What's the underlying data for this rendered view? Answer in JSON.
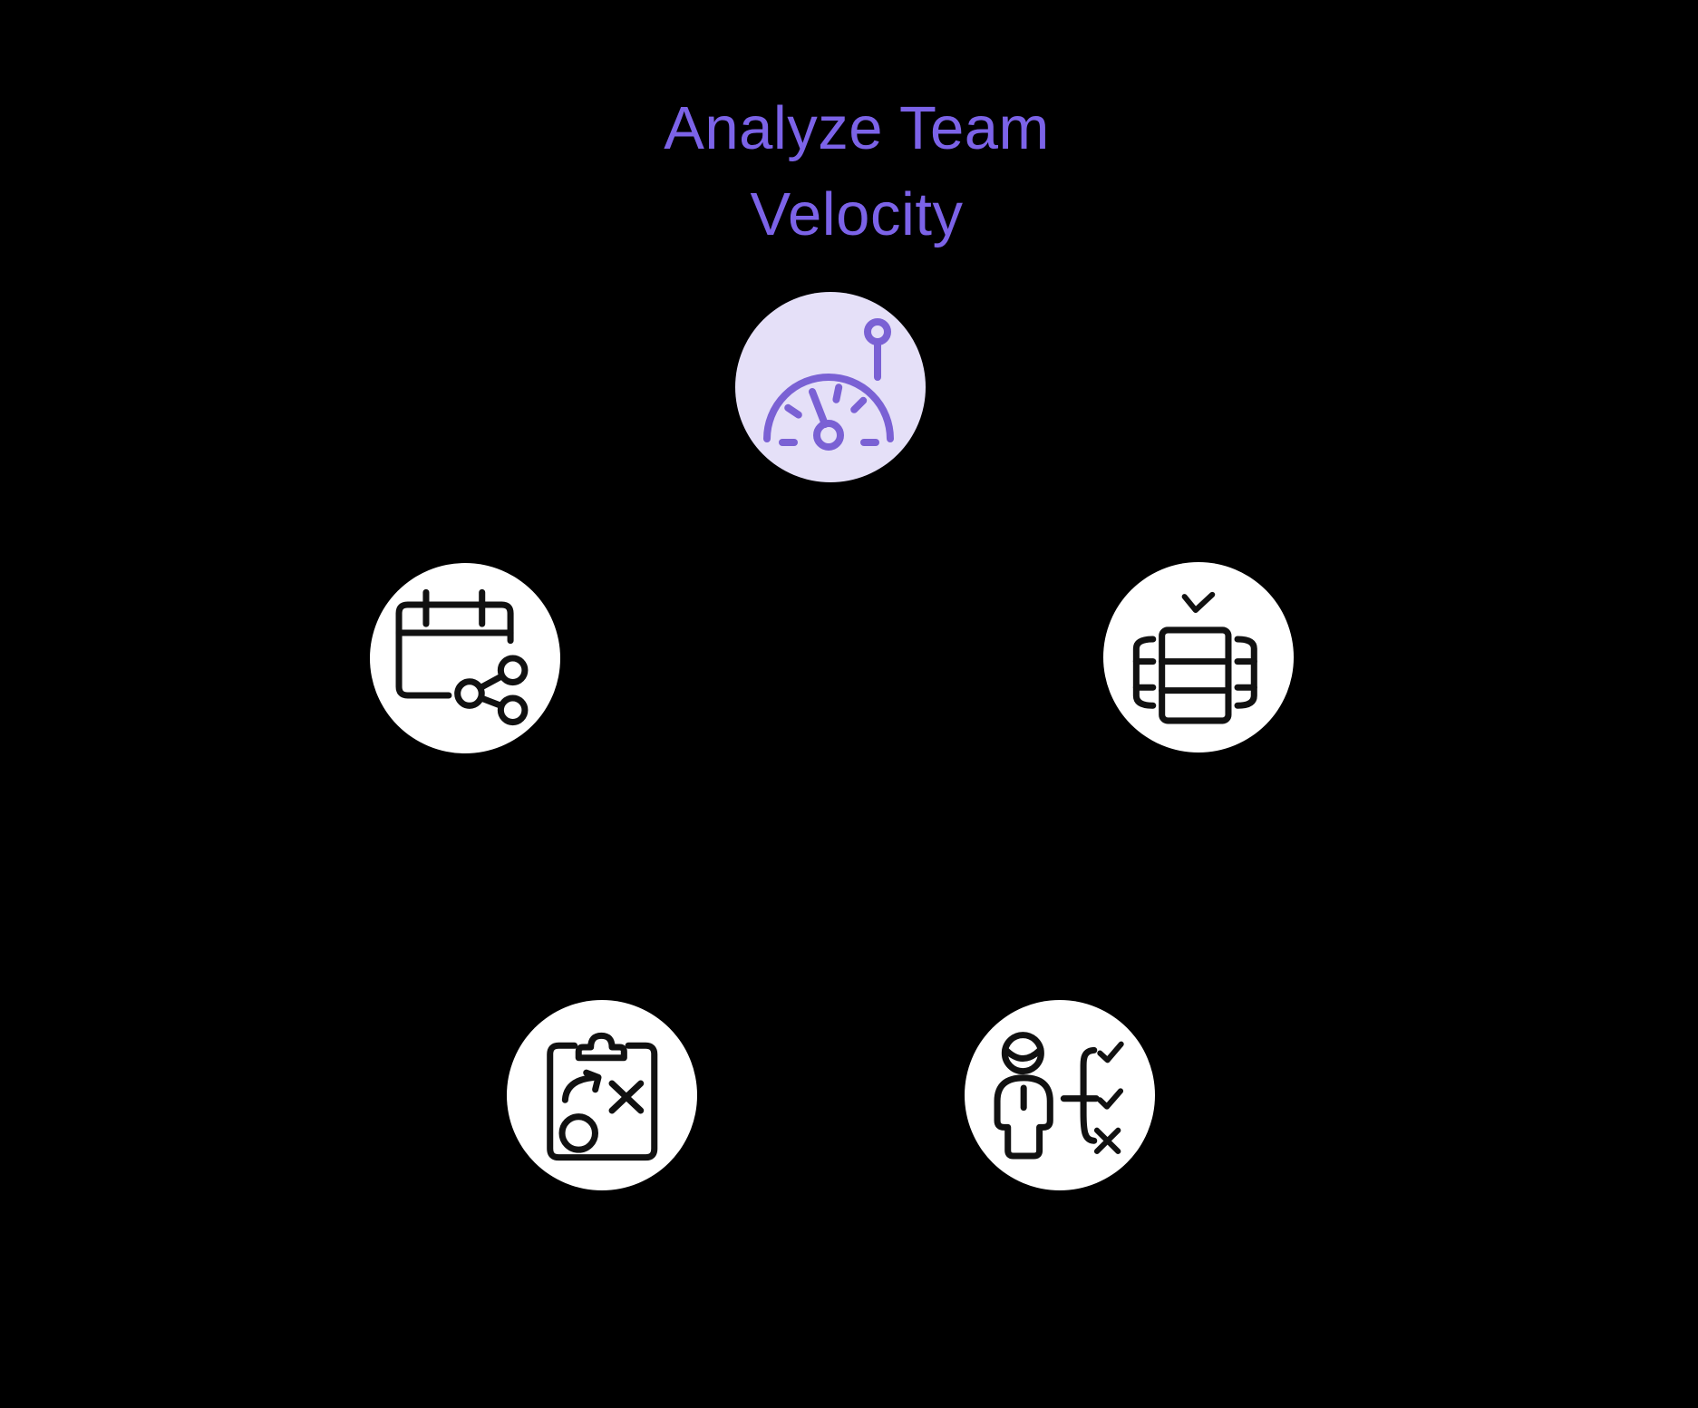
{
  "title": {
    "text": "Analyze Team\nVelocity"
  },
  "colors": {
    "background": "#000000",
    "title": "#7C63E8",
    "highlight_fill": "#E5E0F8",
    "highlight_stroke": "#7A61D4",
    "node_fill": "#FFFFFF",
    "node_stroke": "#111111"
  },
  "diagram": {
    "type": "cycle",
    "node_count": 5,
    "nodes": [
      {
        "id": "velocity",
        "label": "Analyze Team Velocity",
        "icon": "speedometer-icon",
        "highlighted": true,
        "position": "top"
      },
      {
        "id": "calendar",
        "icon": "calendar-share-icon",
        "highlighted": false,
        "position": "upper-left"
      },
      {
        "id": "table",
        "icon": "table-check-icon",
        "highlighted": false,
        "position": "upper-right"
      },
      {
        "id": "clipboard",
        "icon": "clipboard-strategy-icon",
        "highlighted": false,
        "position": "lower-left"
      },
      {
        "id": "person",
        "icon": "person-checklist-icon",
        "highlighted": false,
        "position": "lower-right"
      }
    ]
  }
}
